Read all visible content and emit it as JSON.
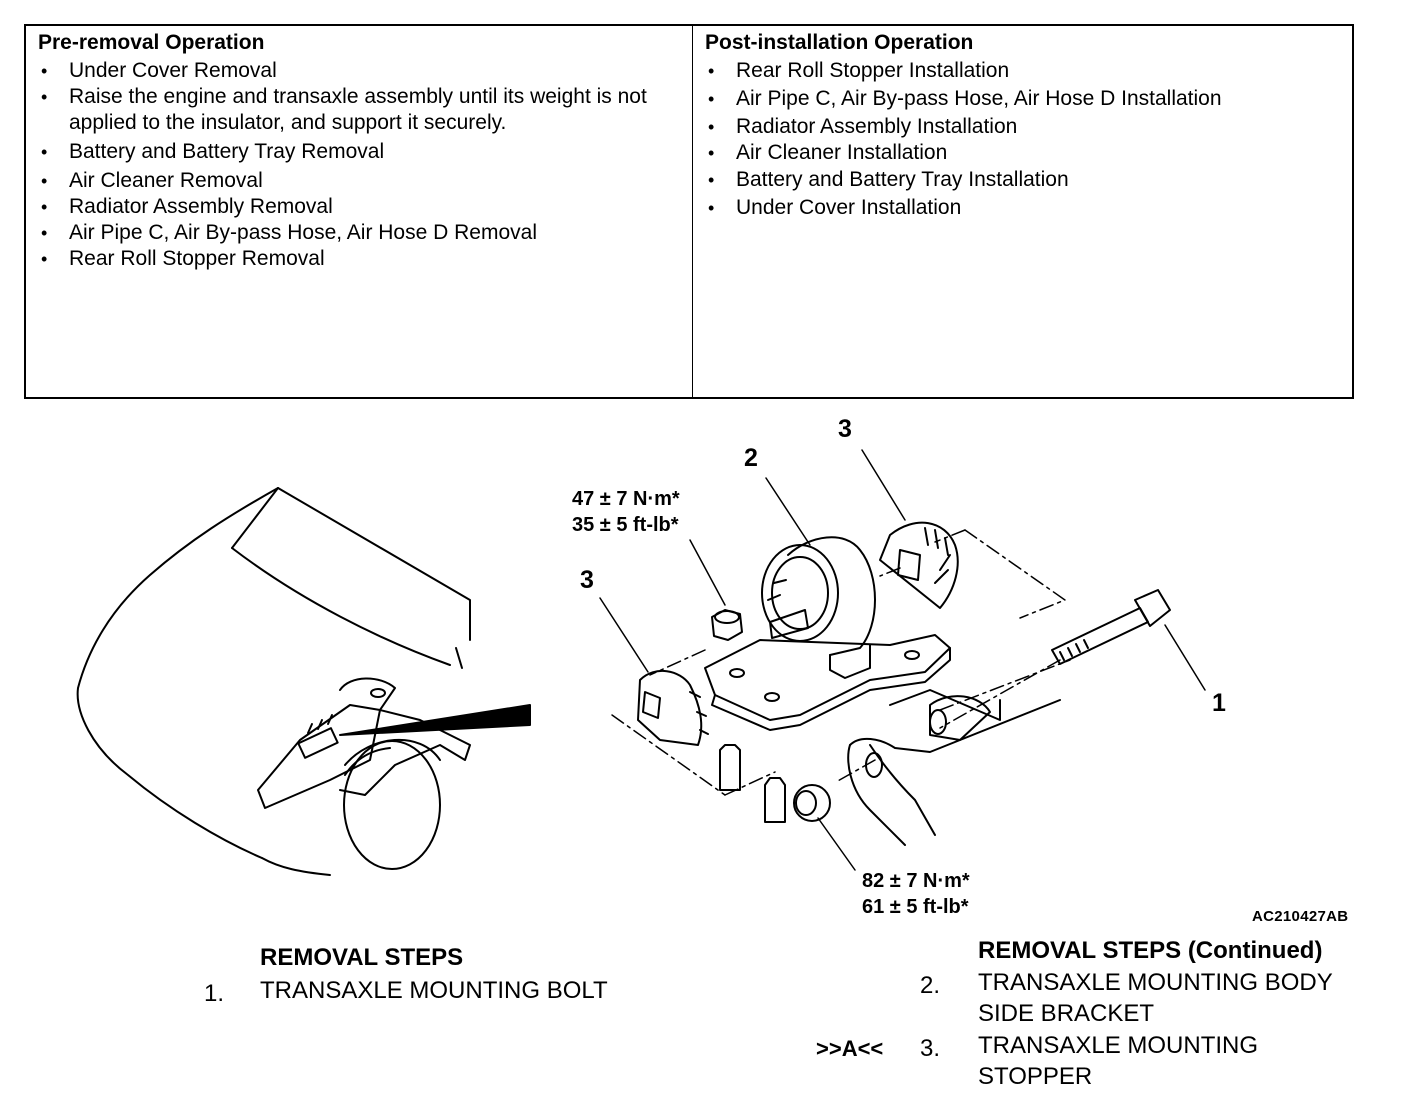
{
  "pre_removal": {
    "title": "Pre-removal Operation",
    "items": [
      "Under Cover Removal",
      "Raise the engine and transaxle assembly until its weight is not applied to the insulator, and support it securely.",
      "Battery and Battery Tray Removal",
      "Air Cleaner Removal",
      "Radiator Assembly Removal",
      "Air Pipe C, Air By-pass Hose, Air Hose D Removal",
      "Rear Roll Stopper Removal"
    ]
  },
  "post_installation": {
    "title": "Post-installation Operation",
    "items": [
      "Rear Roll Stopper Installation",
      "Air Pipe C, Air By-pass Hose, Air Hose D Installation",
      "Radiator Assembly Installation",
      "Air Cleaner Installation",
      "Battery and Battery Tray Installation",
      "Under Cover Installation"
    ]
  },
  "figure": {
    "callouts": {
      "one": "1",
      "two": "2",
      "three_left": "3",
      "three_right": "3"
    },
    "torque_upper": {
      "metric": "47 ± 7 N·m*",
      "imperial": "35 ± 5 ft-lb*"
    },
    "torque_lower": {
      "metric": "82 ± 7 N·m*",
      "imperial": "61 ± 5 ft-lb*"
    },
    "code": "AC210427AB"
  },
  "removal_steps": {
    "heading": "REMOVAL STEPS",
    "step1": {
      "num": "1.",
      "text": "TRANSAXLE MOUNTING BOLT"
    }
  },
  "removal_steps_continued": {
    "heading": "REMOVAL STEPS (Continued)",
    "step2": {
      "num": "2.",
      "line1": "TRANSAXLE MOUNTING BODY",
      "line2": "SIDE BRACKET"
    },
    "step3": {
      "ref": ">>A<<",
      "num": "3.",
      "line1": "TRANSAXLE MOUNTING",
      "line2": "STOPPER"
    }
  }
}
